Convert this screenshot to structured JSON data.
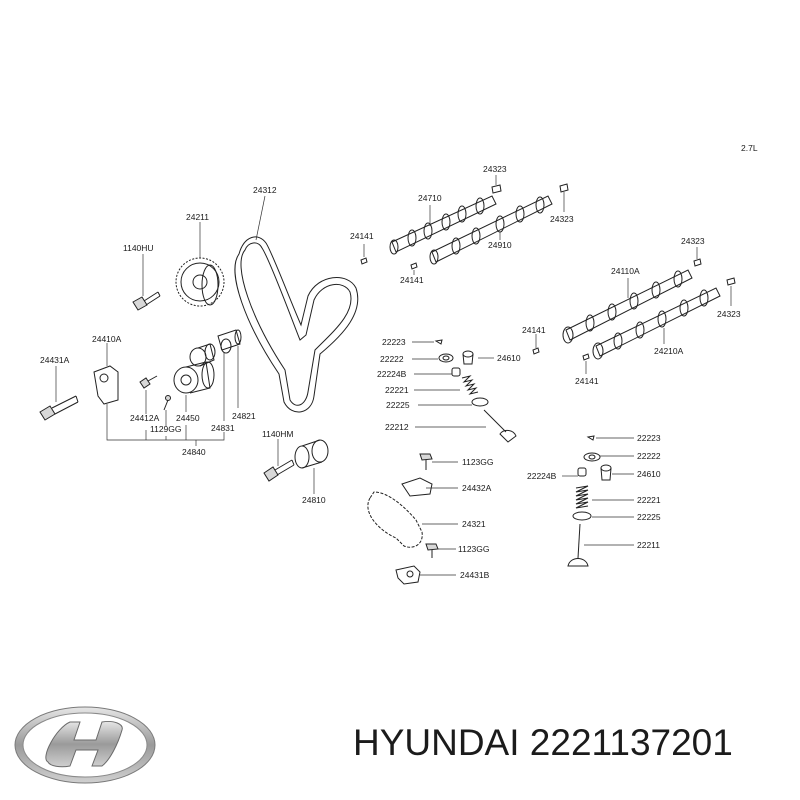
{
  "engine_label": "2.7L",
  "brand_caption": "HYUNDAI 2221137201",
  "logo_icon": "hyundai-logo",
  "labels": {
    "p24312": "24312",
    "p24211": "24211",
    "p1140HU": "1140HU",
    "p24410A": "24410A",
    "p24431A": "24431A",
    "p24412A": "24412A",
    "p1129GG": "1129GG",
    "p24450": "24450",
    "p24831": "24831",
    "p24821": "24821",
    "p24840": "24840",
    "p1140HM": "1140HM",
    "p24810": "24810",
    "p24323a": "24323",
    "p24710": "24710",
    "p24323b": "24323",
    "p24141a": "24141",
    "p24910": "24910",
    "p24141b": "24141",
    "p24323c": "24323",
    "p24110A": "24110A",
    "p24323d": "24323",
    "p24141c": "24141",
    "p24210A": "24210A",
    "p24141d": "24141",
    "p22223a": "22223",
    "p22222a": "22222",
    "p24610a": "24610",
    "p22224Ba": "22224B",
    "p22221a": "22221",
    "p22225a": "22225",
    "p22212": "22212",
    "p1123GGa": "1123GG",
    "p24432A": "24432A",
    "p24321": "24321",
    "p1123GGb": "1123GG",
    "p24431B": "24431B",
    "p22223b": "22223",
    "p22222b": "22222",
    "p22224Bb": "22224B",
    "p24610b": "24610",
    "p22221b": "22221",
    "p22225b": "22225",
    "p22211": "22211"
  }
}
